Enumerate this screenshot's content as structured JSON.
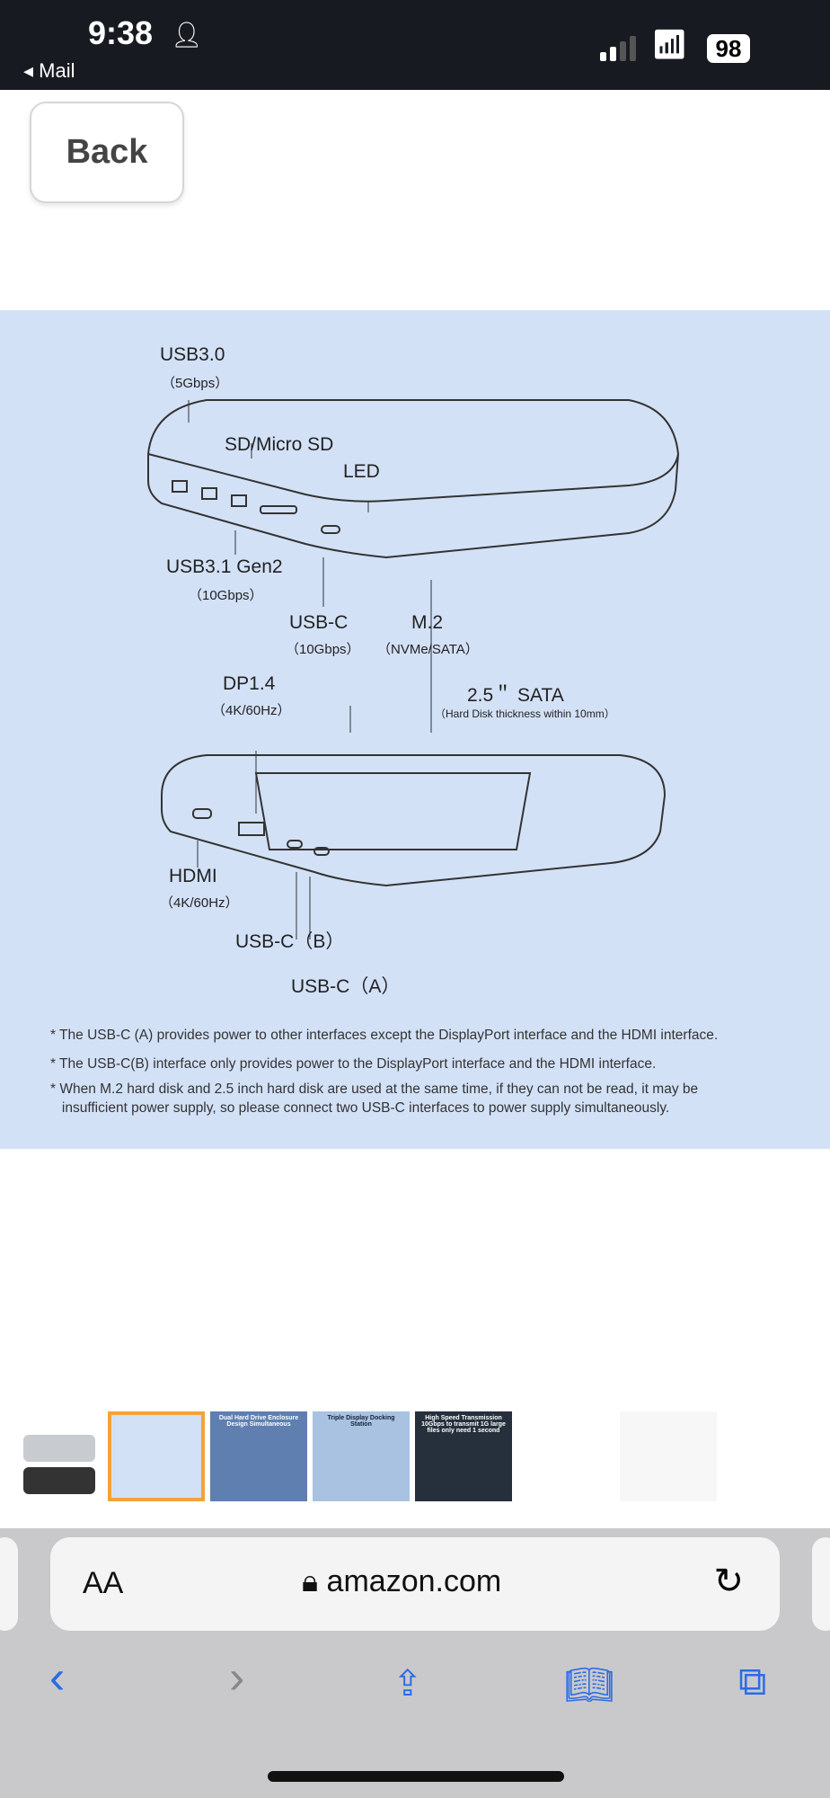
{
  "status": {
    "time": "9:38",
    "back_app": "Mail",
    "battery": "98"
  },
  "page": {
    "back_label": "Back"
  },
  "diagram": {
    "labels": {
      "usb30": "USB3.0",
      "usb30_speed": "（5Gbps）",
      "sd": "SD/Micro SD",
      "led": "LED",
      "usb31": "USB3.1 Gen2",
      "usb31_speed": "（10Gbps）",
      "usbc": "USB-C",
      "usbc_speed": "（10Gbps）",
      "m2": "M.2",
      "m2_type": "（NVMe/SATA）",
      "dp": "DP1.4",
      "dp_spec": "（4K/60Hz）",
      "sata": "2.5＂ SATA",
      "sata_note": "（Hard Disk thickness within 10mm）",
      "hdmi": "HDMI",
      "hdmi_spec": "（4K/60Hz）",
      "usbc_b": "USB-C（B）",
      "usbc_a": "USB-C（A）"
    },
    "notes": [
      "* The USB-C (A) provides power to other interfaces except  the DisplayPort interface and the HDMI interface.",
      "* The USB-C(B) interface only provides power to the DisplayPort interface and the HDMI interface.",
      "* When M.2 hard disk and 2.5 inch hard disk are used at the same time, if they can not be read, it may be\n   insufficient power supply, so please connect two USB-C interfaces to power supply simultaneously."
    ]
  },
  "thumbnails": [
    "Dual Hard Drive Enclosure Design Simultaneous",
    "Triple Display Docking Station",
    "High Speed Transmission 10Gbps to transmit 1G large files only need 1 second"
  ],
  "browser": {
    "text_size": "AA",
    "domain": "amazon.com"
  }
}
